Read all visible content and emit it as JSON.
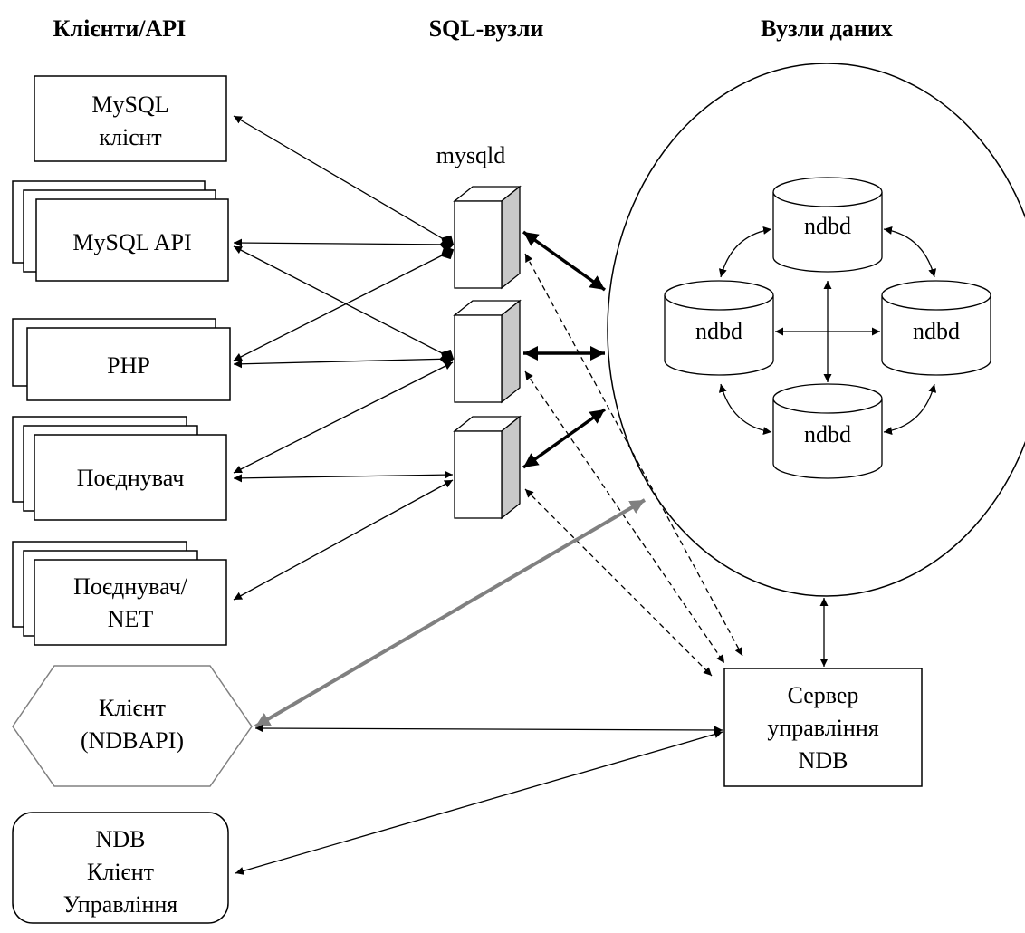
{
  "headers": {
    "clients": "Клієнти/API",
    "sql_nodes": "SQL-вузли",
    "data_nodes": "Вузли даних"
  },
  "clients": {
    "mysql_client": [
      "MySQL",
      "клієнт"
    ],
    "mysql_api": "MySQL API",
    "php": "PHP",
    "connector": "Поєднувач",
    "connector_net": [
      "Поєднувач/",
      "NET"
    ],
    "ndbapi_client": [
      "Клієнт",
      "(NDBAPI)"
    ],
    "ndb_mgmt_client": [
      "NDB",
      "Клієнт",
      "Управління"
    ]
  },
  "sql_nodes": {
    "label": "mysqld"
  },
  "data_nodes": {
    "node_label": "ndbd"
  },
  "management_server": [
    "Сервер",
    "управління",
    "NDB"
  ]
}
